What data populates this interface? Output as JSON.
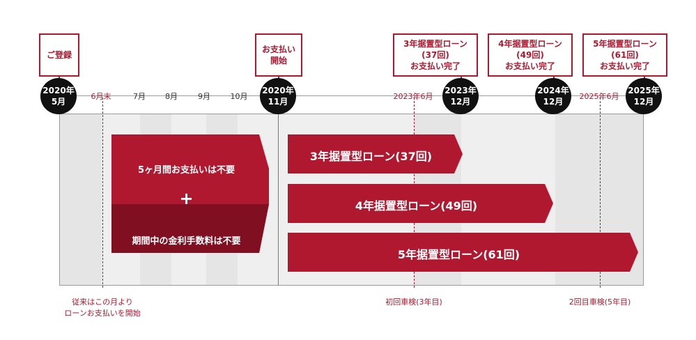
{
  "callouts": {
    "registration": "ご登録",
    "payment_start": "お支払い\n開始",
    "loan3_done": "3年据置型ローン\n(37回)\nお支払い完了",
    "loan4_done": "4年据置型ローン\n(49回)\nお支払い完了",
    "loan5_done": "5年据置型ローン\n(61回)\nお支払い完了"
  },
  "timeline": {
    "c2020_5": {
      "year": "2020年",
      "month": "5月"
    },
    "c2020_11": {
      "year": "2020年",
      "month": "11月"
    },
    "c2023_12": {
      "year": "2023年",
      "month": "12月"
    },
    "c2024_12": {
      "year": "2024年",
      "month": "12月"
    },
    "c2025_12": {
      "year": "2025年",
      "month": "12月"
    },
    "m_6": "6月末",
    "m_7": "7月",
    "m_8": "8月",
    "m_9": "9月",
    "m_10": "10月",
    "m_2023_6": "2023年6月",
    "m_2025_6": "2025年6月"
  },
  "grace": {
    "top": "5ヶ月間お支払いは不要",
    "plus": "+",
    "bottom": "期間中の金利手数料は不要"
  },
  "loans": {
    "l3": "3年据置型ローン(37回)",
    "l4": "4年据置型ローン(49回)",
    "l5": "5年据置型ローン(61回)"
  },
  "bottom": {
    "conventional": "従来はこの月より\nローンお支払いを開始",
    "first_inspection": "初回車検(3年目)",
    "second_inspection": "2回目車検(5年目)"
  },
  "colors": {
    "accent": "#b0182f",
    "dark_accent": "#800f22"
  }
}
